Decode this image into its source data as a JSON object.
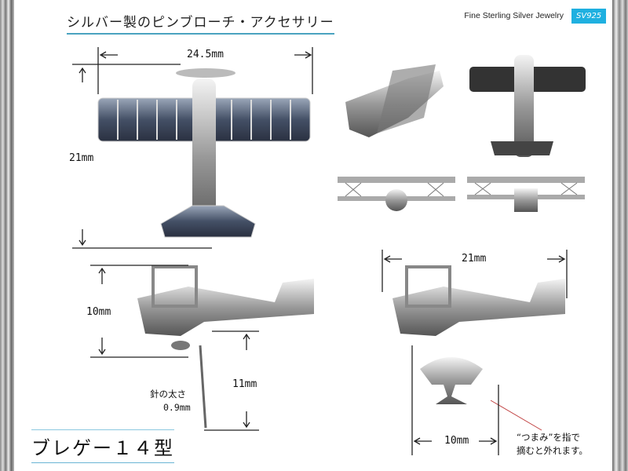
{
  "header": {
    "title": "シルバー製のピンブローチ・アクセサリー",
    "brand": "Fine Sterling Silver Jewelry",
    "badge": "SV925"
  },
  "dimensions": {
    "width_top": "24.5mm",
    "height_top": "21mm",
    "height_side": "10mm",
    "pin_length": "11mm",
    "width_side": "21mm",
    "clutch_width": "10mm"
  },
  "notes": {
    "pin_label": "針の太さ",
    "pin_value": "0.9mm",
    "clutch_line1": "“つまみ”を指で",
    "clutch_line2": "摘むと外れます。"
  },
  "model_name": "ブレゲー１４型",
  "colors": {
    "accent": "#1fb0e0",
    "rule": "#4aa3c0"
  }
}
